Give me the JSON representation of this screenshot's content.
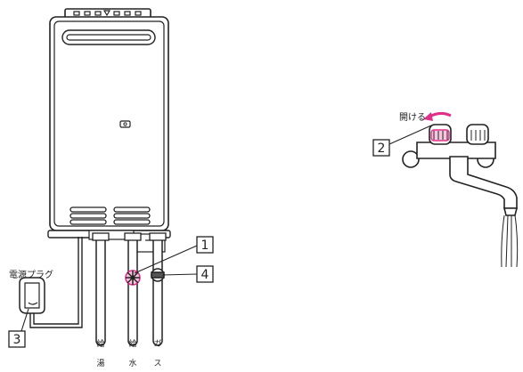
{
  "labels": {
    "power_plug": "電源プラグ",
    "open": "開ける",
    "pipes": [
      "給湯",
      "給水",
      "ガス"
    ]
  },
  "callouts": [
    "1",
    "2",
    "3",
    "4"
  ],
  "colors": {
    "line": "#222222",
    "accent": "#e0308a",
    "body_fill": "#ffffff"
  }
}
